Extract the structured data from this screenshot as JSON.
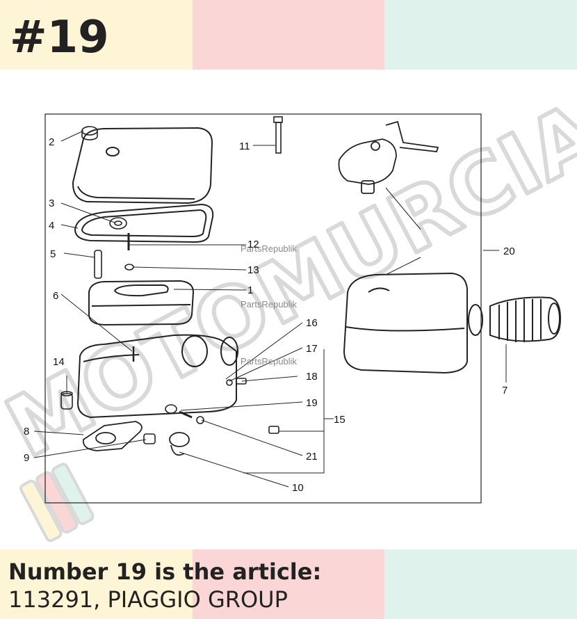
{
  "header": {
    "number_title": "#19"
  },
  "footer": {
    "line1": "Number 19 is the article:",
    "line2": "113291, PIAGGIO GROUP"
  },
  "colors": {
    "band_yellow": "#fdf5d6",
    "band_pink": "#fad6d6",
    "band_mint": "#e0f2ec",
    "ink": "#222222",
    "watermark": "#d9d9d9"
  },
  "watermark": {
    "brand": "MOTOMURCIA",
    "label": "PartsRepublik"
  },
  "callouts": {
    "c1": "1",
    "c2": "2",
    "c3": "3",
    "c4": "4",
    "c5": "5",
    "c6": "6",
    "c7": "7",
    "c8": "8",
    "c9": "9",
    "c10": "10",
    "c11": "11",
    "c12": "12",
    "c13": "13",
    "c14": "14",
    "c15": "15",
    "c16": "16",
    "c17": "17",
    "c18": "18",
    "c19": "19",
    "c20": "20",
    "c21": "21"
  }
}
